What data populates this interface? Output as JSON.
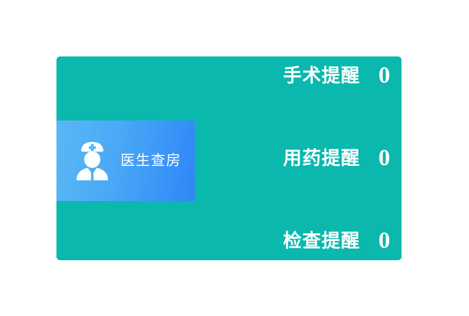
{
  "colors": {
    "panel_background": "#0bb8ae",
    "tile_gradient_start": "#5ab7f5",
    "tile_gradient_end": "#2f86f7",
    "text": "#ffffff",
    "page_background": "#ffffff"
  },
  "panel": {
    "tile": {
      "label": "医生查房",
      "icon": "doctor-icon"
    },
    "reminders": [
      {
        "label": "手术提醒",
        "count": "0"
      },
      {
        "label": "用药提醒",
        "count": "0"
      },
      {
        "label": "检查提醒",
        "count": "0"
      }
    ]
  }
}
